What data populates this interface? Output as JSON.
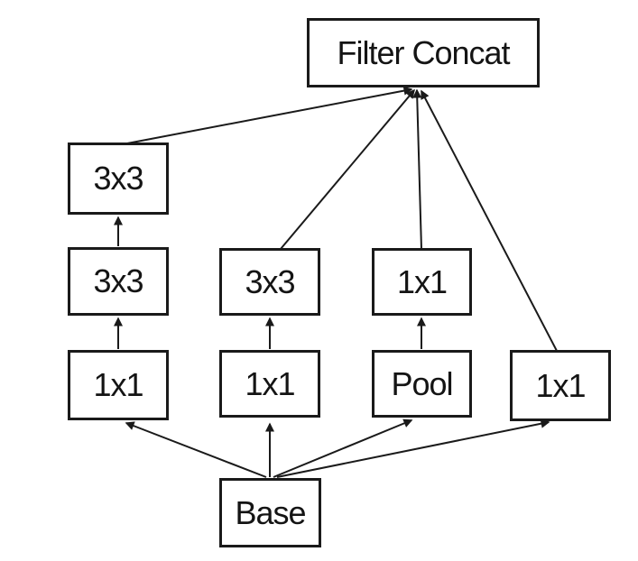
{
  "diagram": {
    "kind": "neural-network-module",
    "nodes": {
      "filter_concat": {
        "label": "Filter Concat"
      },
      "b1_3x3_top": {
        "label": "3x3"
      },
      "b1_3x3_mid": {
        "label": "3x3"
      },
      "b1_1x1": {
        "label": "1x1"
      },
      "b2_3x3": {
        "label": "3x3"
      },
      "b2_1x1": {
        "label": "1x1"
      },
      "b3_1x1": {
        "label": "1x1"
      },
      "b3_pool": {
        "label": "Pool"
      },
      "b4_1x1": {
        "label": "1x1"
      },
      "base": {
        "label": "Base"
      }
    },
    "edges": [
      {
        "from": "base",
        "to": "b1_1x1"
      },
      {
        "from": "base",
        "to": "b2_1x1"
      },
      {
        "from": "base",
        "to": "b3_pool"
      },
      {
        "from": "base",
        "to": "b4_1x1"
      },
      {
        "from": "b1_1x1",
        "to": "b1_3x3_mid"
      },
      {
        "from": "b1_3x3_mid",
        "to": "b1_3x3_top"
      },
      {
        "from": "b2_1x1",
        "to": "b2_3x3"
      },
      {
        "from": "b3_pool",
        "to": "b3_1x1"
      },
      {
        "from": "b1_3x3_top",
        "to": "filter_concat"
      },
      {
        "from": "b2_3x3",
        "to": "filter_concat"
      },
      {
        "from": "b3_1x1",
        "to": "filter_concat"
      },
      {
        "from": "b4_1x1",
        "to": "filter_concat"
      }
    ],
    "colors": {
      "background": "#ffffff",
      "box_fill": "#ffffff",
      "box_border": "#1a1a1a",
      "arrow": "#1a1a1a",
      "text": "#141414"
    }
  }
}
